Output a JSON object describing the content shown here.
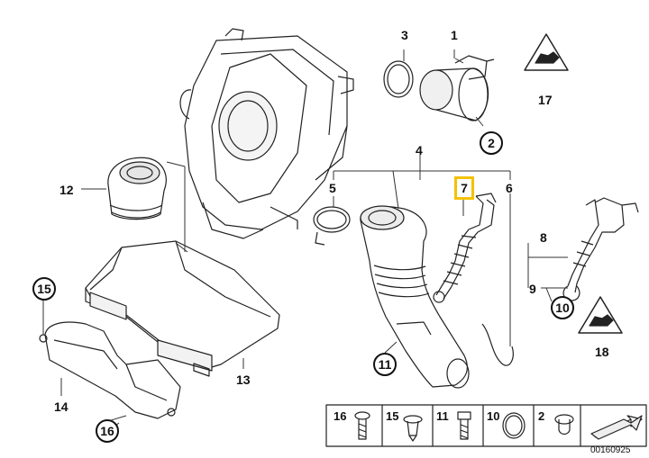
{
  "callouts": {
    "c1": "1",
    "c2": "2",
    "c3": "3",
    "c4": "4",
    "c5": "5",
    "c6": "6",
    "c7": "7",
    "c8": "8",
    "c9": "9",
    "c10": "10",
    "c11": "11",
    "c12": "12",
    "c13": "13",
    "c14": "14",
    "c15": "15",
    "c16": "16",
    "c17": "17",
    "c18": "18"
  },
  "legend": {
    "items": [
      "16",
      "15",
      "11",
      "10",
      "2"
    ]
  },
  "highlight_color": "#f2c200",
  "doc_number": "00160925",
  "icons": [
    "warning-triangle-icon",
    "arrow-icon"
  ]
}
